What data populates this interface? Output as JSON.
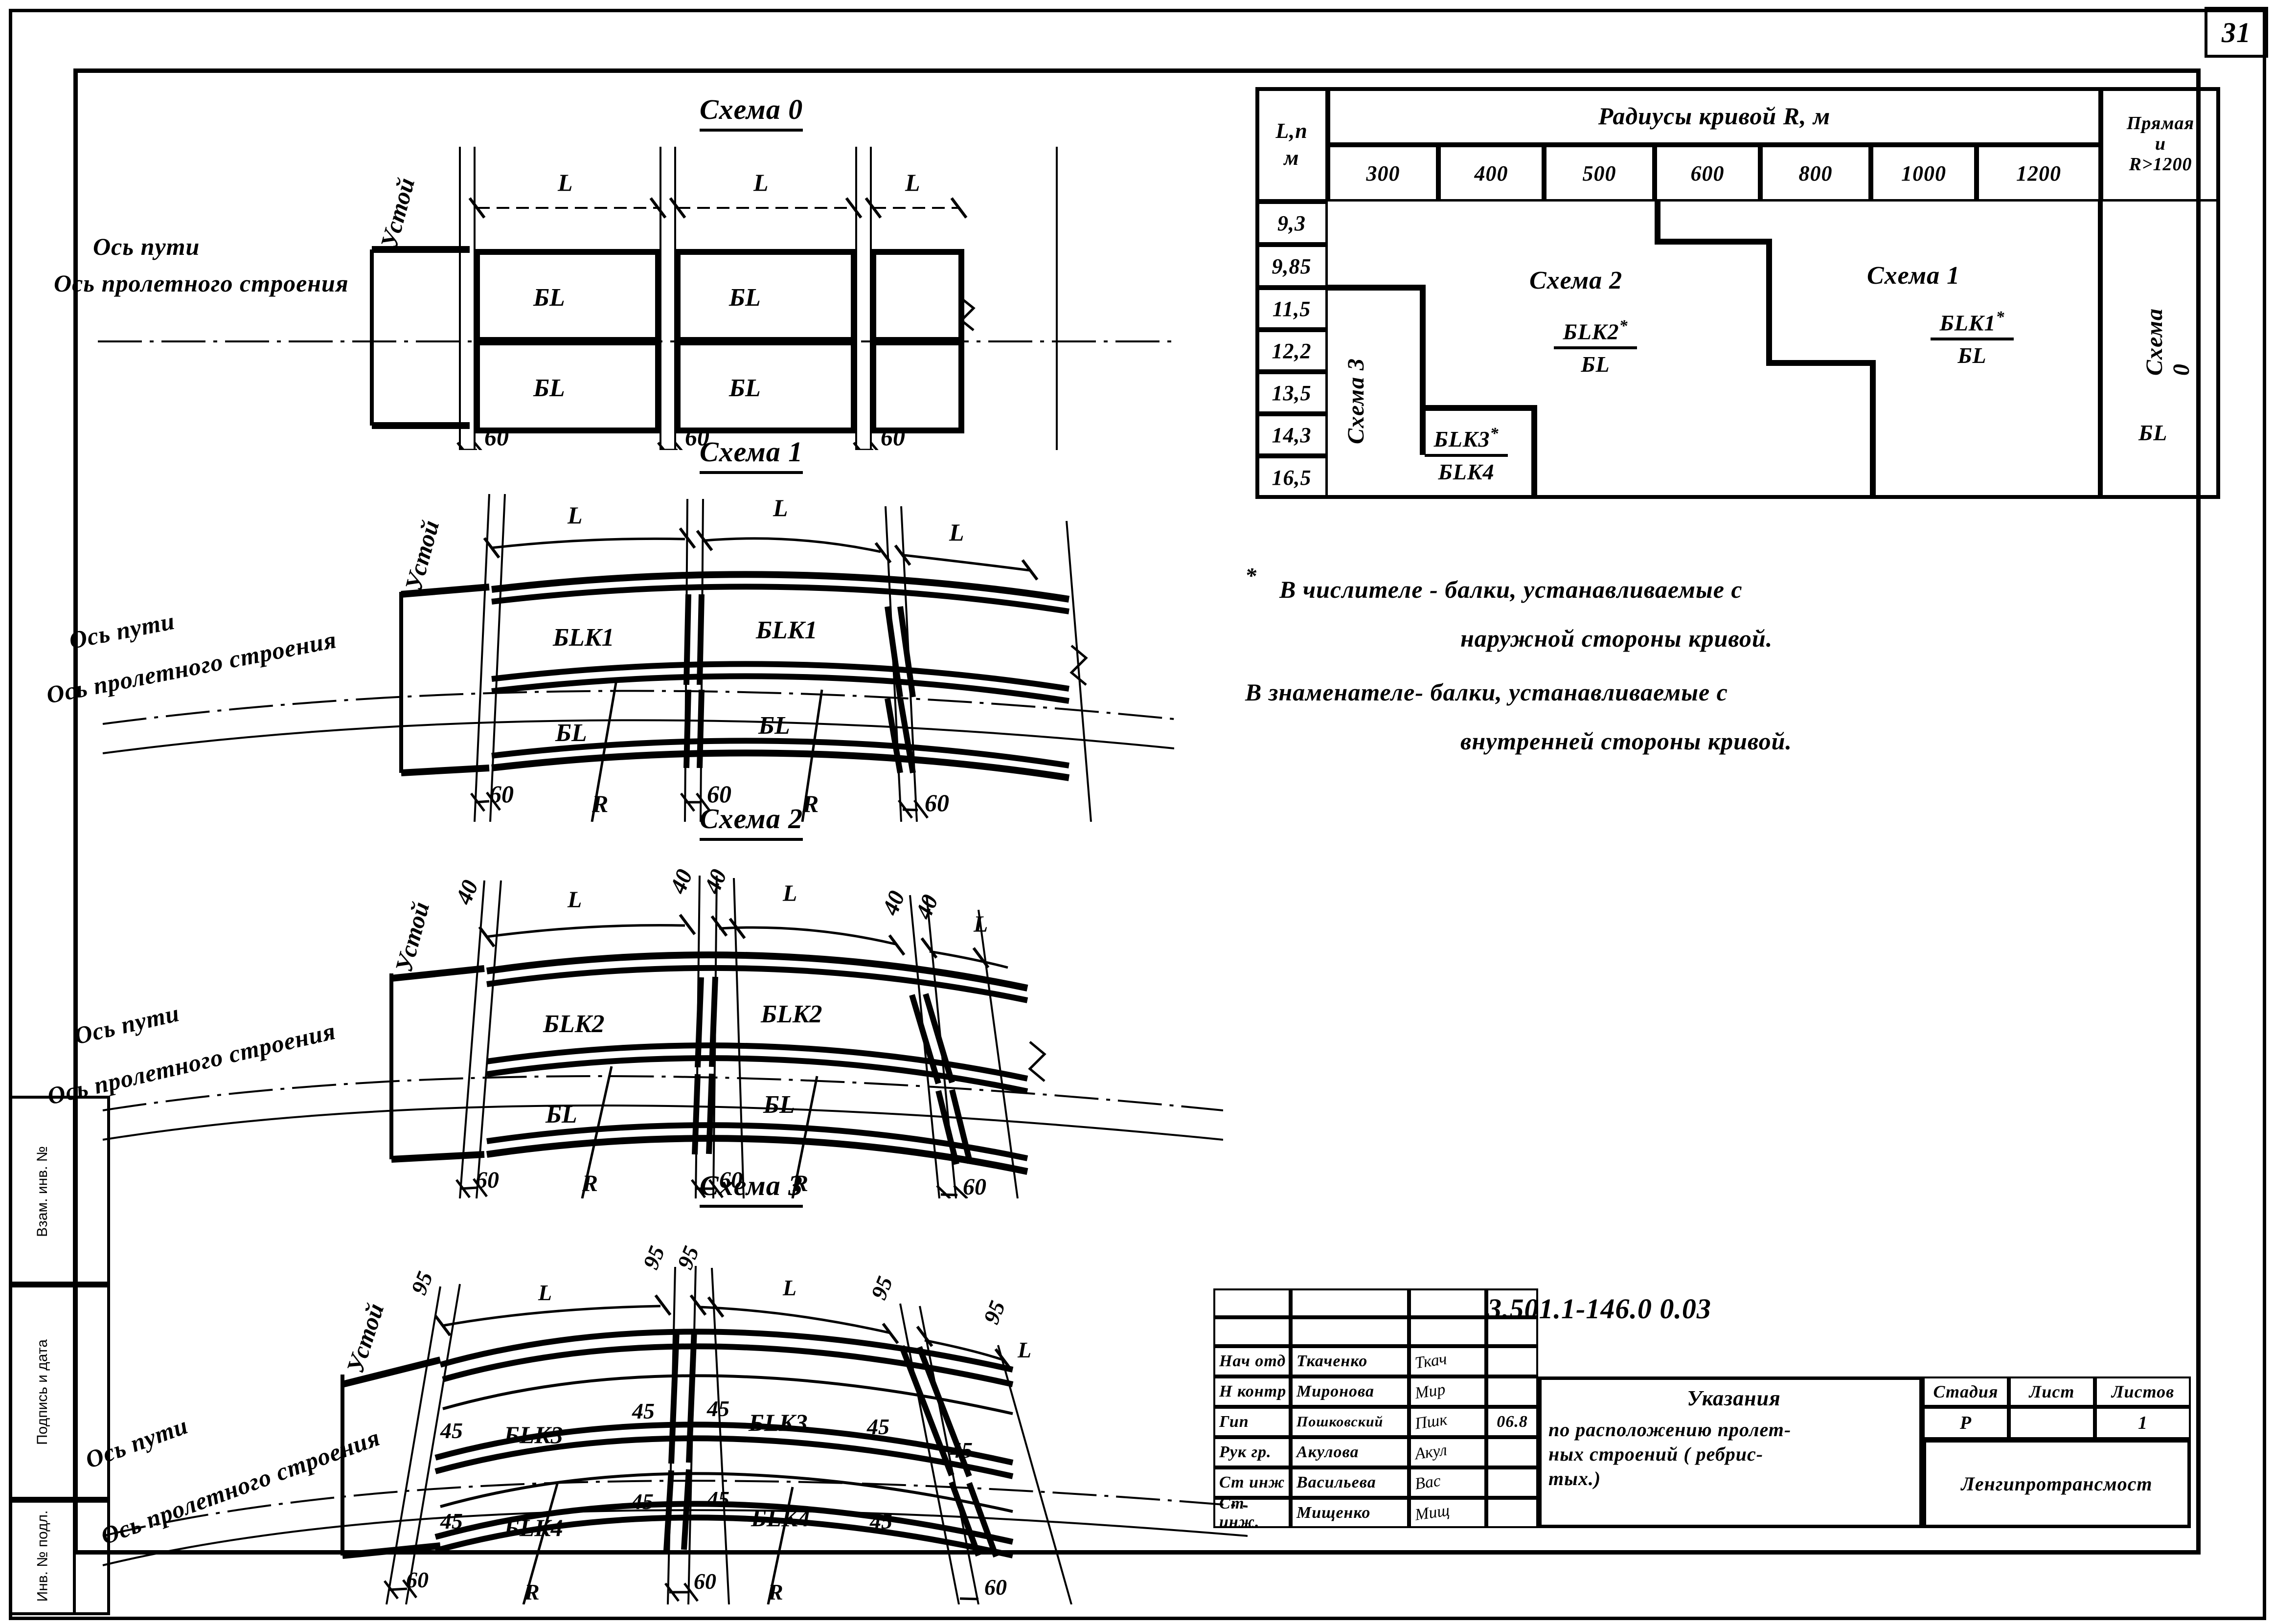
{
  "sheet": {
    "page_number": "31"
  },
  "margin_strip": {
    "fields": [
      "Взам. инв. №",
      "Подпись и дата",
      "Инв. № подл."
    ]
  },
  "schemes": [
    {
      "title": "Схема 0",
      "curved": false,
      "axis_labels": [
        "Ось пути",
        "Ось пролетного строения"
      ],
      "abutment_label": "Устой",
      "span_label": "L",
      "top_beams": [
        "БL",
        "БL"
      ],
      "bottom_beams": [
        "БL",
        "БL"
      ],
      "gap_dims": [
        "60",
        "60",
        "60"
      ],
      "top_offsets": [],
      "side_offsets": [],
      "radius_label": ""
    },
    {
      "title": "Схема 1",
      "curved": true,
      "axis_labels": [
        "Ось пути",
        "Ось пролетного строения"
      ],
      "abutment_label": "Устой",
      "span_label": "L",
      "top_beams": [
        "БLK1",
        "БLK1"
      ],
      "bottom_beams": [
        "БL",
        "БL"
      ],
      "gap_dims": [
        "60",
        "60",
        "60"
      ],
      "top_offsets": [],
      "side_offsets": [],
      "radius_label": "R"
    },
    {
      "title": "Схема 2",
      "curved": true,
      "axis_labels": [
        "Ось пути",
        "Ось пролетного строения"
      ],
      "abutment_label": "Устой",
      "span_label": "L",
      "top_beams": [
        "БLK2",
        "БLK2"
      ],
      "bottom_beams": [
        "БL",
        "БL"
      ],
      "gap_dims": [
        "60",
        "60",
        "60"
      ],
      "top_offsets": [
        "40",
        "40",
        "40",
        "40",
        "40"
      ],
      "side_offsets": [],
      "radius_label": "R"
    },
    {
      "title": "Схема 3",
      "curved": true,
      "axis_labels": [
        "Ось пути",
        "Ось пролетного строения"
      ],
      "abutment_label": "Устой",
      "span_label": "L",
      "top_beams": [
        "БLK3",
        "БLK3"
      ],
      "bottom_beams": [
        "БLK4",
        "БLK4"
      ],
      "gap_dims": [
        "60",
        "60",
        "60"
      ],
      "top_offsets": [
        "95",
        "95",
        "95",
        "95",
        "95"
      ],
      "side_offsets": [
        "45",
        "45",
        "45",
        "45",
        "45",
        "45",
        "45",
        "45"
      ],
      "radius_label": "R"
    }
  ],
  "table": {
    "corner_label_line1": "L,п",
    "corner_label_line2": "м",
    "header_span": "Радиусы кривой  R, м",
    "radius_columns": [
      "300",
      "400",
      "500",
      "600",
      "800",
      "1000",
      "1200"
    ],
    "last_column_header": [
      "Прямая",
      "и",
      "R>1200"
    ],
    "row_labels": [
      "9,3",
      "9,85",
      "11,5",
      "12,2",
      "13,5",
      "14,3",
      "16,5"
    ],
    "zones": [
      {
        "name": "Схема 3",
        "rotated": true,
        "numerator": "БLK3",
        "star": "*",
        "denominator": "БLK4"
      },
      {
        "name": "Схема 2",
        "rotated": false,
        "numerator": "БLK2",
        "star": "*",
        "denominator": "БL"
      },
      {
        "name": "Схема 1",
        "rotated": false,
        "numerator": "БLK1",
        "star": "*",
        "denominator": "БL"
      },
      {
        "name": "Схема 0",
        "rotated": true,
        "numerator": "",
        "star": "",
        "denominator": "БL"
      }
    ]
  },
  "notes": {
    "star": "*",
    "line1a": "В числителе - балки, устанавливаемые с",
    "line1b": "наружной стороны кривой.",
    "line2a": "В знаменателе- балки, устанавливаемые с",
    "line2b": "внутренней стороны кривой."
  },
  "title_block": {
    "doc_code": "3.501.1-146.0   0.03",
    "roles": [
      {
        "role": "Нач отд",
        "name": "Ткаченко",
        "date": ""
      },
      {
        "role": "Н контр",
        "name": "Миронова",
        "date": ""
      },
      {
        "role": "Гип",
        "name": "Пошковский",
        "date": "06.8"
      },
      {
        "role": "Рук гр.",
        "name": "Акулова",
        "date": ""
      },
      {
        "role": "Ст инж",
        "name": "Васильева",
        "date": ""
      },
      {
        "role": "Ст инж.",
        "name": "Мищенко",
        "date": ""
      }
    ],
    "title_lines": [
      "Указания",
      "по расположению  пролет-",
      "ных строений ( ребрис-",
      "тых.)"
    ],
    "stage_header": "Стадия",
    "sheet_header": "Лист",
    "sheets_header": "Листов",
    "stage_value": "Р",
    "sheet_value": "",
    "sheets_value": "1",
    "organisation": "Ленгипротрансмост"
  }
}
